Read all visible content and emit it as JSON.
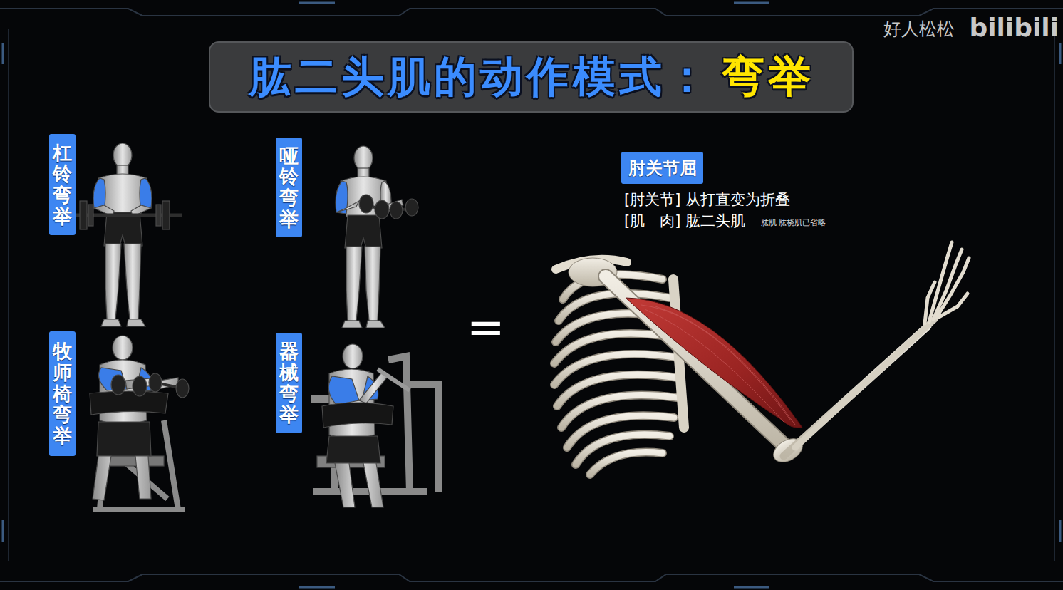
{
  "diagram": {
    "title": "肱二头肌的动作模式：",
    "nodes": [
      {
        "text": [
          "杠铃弯举"
        ]
      },
      {
        "text": [
          "哑铃弯举"
        ]
      },
      {
        "text": [
          "牧师椅弯举"
        ]
      },
      {
        "text": [
          "器械弯举"
        ]
      },
      {
        "text": [
          "肘关节屈"
        ]
      }
    ],
    "labels": [
      "弯举",
      "=",
      "[肘关节] 从打直变为折叠",
      "[肌　肉] 肱二头肌",
      "肱肌 肱桡肌已省略",
      "好人松松",
      "bilibili"
    ]
  }
}
